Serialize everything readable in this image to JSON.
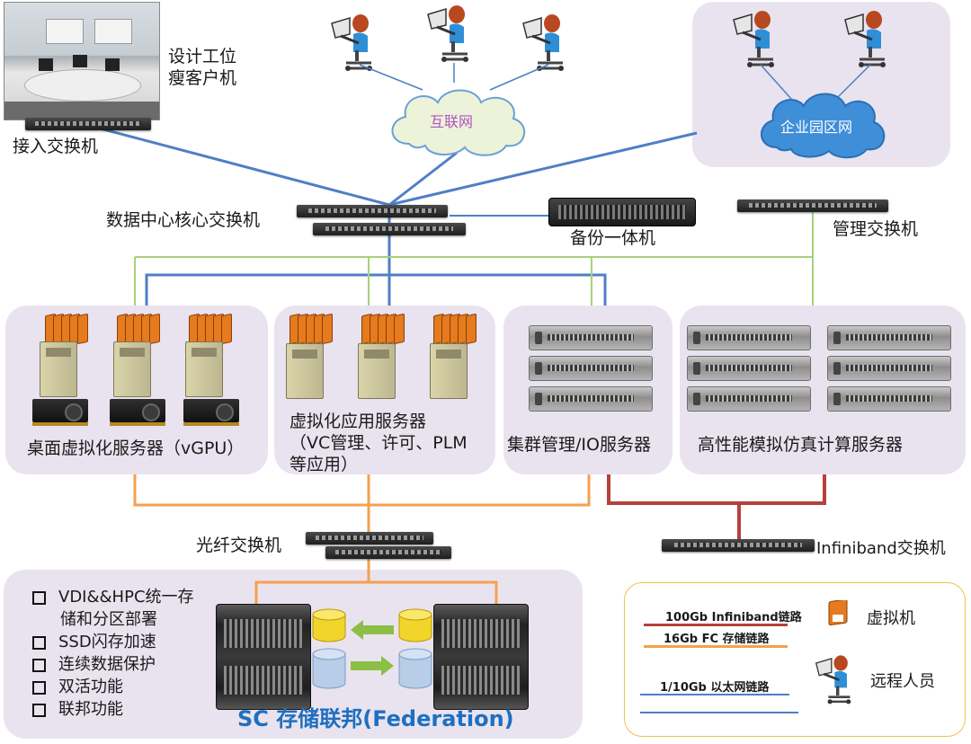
{
  "top": {
    "workstation_label_line1": "设计工位",
    "workstation_label_line2": "瘦客户机",
    "access_switch": "接入交换机",
    "internet": "互联网",
    "campus": "企业园区网",
    "core_switch": "数据中心核心交换机",
    "backup": "备份一体机",
    "mgmt_switch": "管理交换机"
  },
  "panels": {
    "vdi": "桌面虚拟化服务器（vGPU）",
    "virt_line1": "虚拟化应用服务器",
    "virt_line2": "（VC管理、许可、PLM",
    "virt_line3": "等应用）",
    "cluster": "集群管理/IO服务器",
    "hpc": "高性能模拟仿真计算服务器"
  },
  "fabric": {
    "fc_switch": "光纤交换机",
    "ib_switch": "Infiniband交换机"
  },
  "storage": {
    "features": [
      "VDI&&HPC统一存",
      "储和分区部署",
      "SSD闪存加速",
      "连续数据保护",
      "双活功能",
      "联邦功能"
    ],
    "title": "SC 存储联邦(Federation)"
  },
  "legend": {
    "ib_link": "100Gb Infiniband链路",
    "fc_link": "16Gb FC 存储链路",
    "eth_link": "1/10Gb 以太网链路",
    "vm": "虚拟机",
    "remote": "远程人员"
  },
  "colors": {
    "eth_blue": "#4f7fc4",
    "mgmt_green": "#a9cf7b",
    "fc_orange": "#f5a04e",
    "ib_red": "#b5413c",
    "panel": "#e9e3ef",
    "cloud": "#ecf3d9",
    "campus_cloud": "#3f8ed8",
    "title_blue": "#1f6fbf"
  },
  "icons": [
    "person-at-laptop-icon",
    "cloud-icon",
    "switch-icon",
    "rack-server-icon",
    "tower-server-icon",
    "gpu-card-icon",
    "storage-array-icon",
    "ssd-cylinder-icon",
    "arrow-icon",
    "checkbox-icon",
    "vm-app-icon"
  ]
}
